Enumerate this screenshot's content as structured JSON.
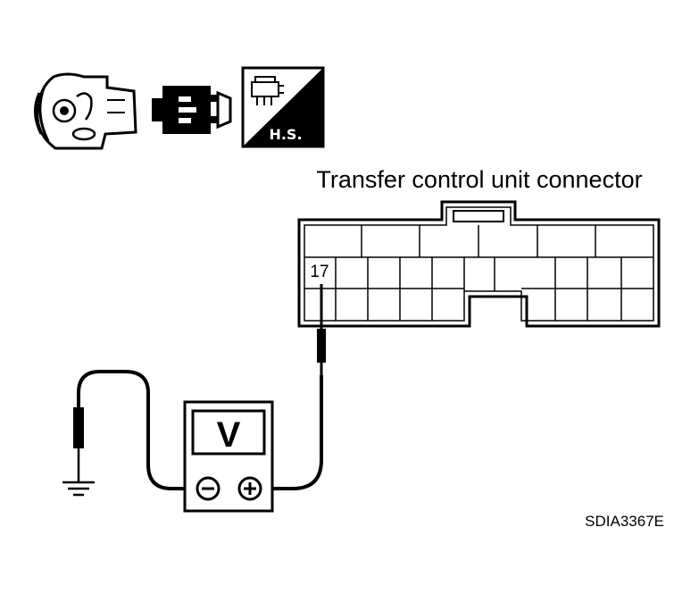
{
  "connector": {
    "title": "Transfer control unit connector",
    "pin_label": "17"
  },
  "meter": {
    "unit_label": "V",
    "negative_symbol": "−",
    "positive_symbol": "+"
  },
  "icons": {
    "engine_icon": "engine-icon",
    "electrical_icon": "electrical-connector-icon",
    "harness_side_icon": "harness-side-icon",
    "harness_side_label": "H.S."
  },
  "figure": {
    "code": "SDIA3367E"
  },
  "colors": {
    "line": "#000000",
    "background": "#ffffff"
  }
}
